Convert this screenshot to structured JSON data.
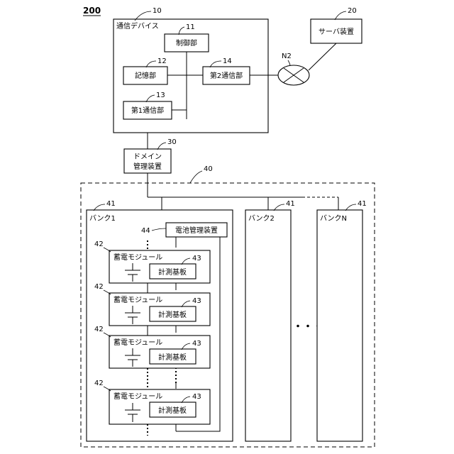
{
  "system_ref": "200",
  "comm_device": {
    "label": "通信デバイス",
    "ref": "10"
  },
  "control": {
    "label": "制御部",
    "ref": "11"
  },
  "storage": {
    "label": "記憶部",
    "ref": "12"
  },
  "comm1": {
    "label": "第1通信部",
    "ref": "13"
  },
  "comm2": {
    "label": "第2通信部",
    "ref": "14"
  },
  "server": {
    "label": "サーバ装置",
    "ref": "20"
  },
  "network": {
    "label": "N2"
  },
  "domain_mgr": {
    "label_line1": "ドメイン",
    "label_line2": "管理装置",
    "ref": "30"
  },
  "battery_system_ref": "40",
  "bank_ref": "41",
  "banks": [
    "バンク1",
    "バンク2",
    "バンクN"
  ],
  "battery_mgr": {
    "label": "電池管理装置",
    "ref": "44"
  },
  "module": {
    "label": "蓄電モジュール",
    "ref": "42"
  },
  "board": {
    "label": "計測基板",
    "ref": "43"
  },
  "ellipsis": "・・・"
}
